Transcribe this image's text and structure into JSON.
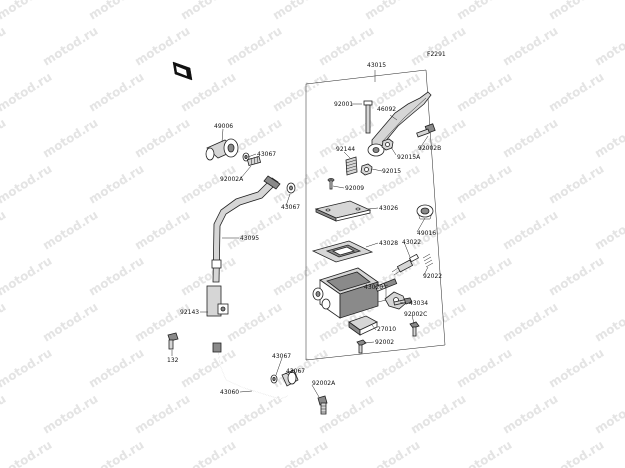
{
  "diagram": {
    "code": "F2291",
    "watermark": "motod.ru",
    "parts": [
      {
        "id": "p-43015",
        "label": "43015"
      },
      {
        "id": "p-92001",
        "label": "92001"
      },
      {
        "id": "p-46092",
        "label": "46092"
      },
      {
        "id": "p-92002B",
        "label": "92002B"
      },
      {
        "id": "p-92144",
        "label": "92144"
      },
      {
        "id": "p-92015A",
        "label": "92015A"
      },
      {
        "id": "p-92015",
        "label": "92015"
      },
      {
        "id": "p-92009",
        "label": "92009"
      },
      {
        "id": "p-43026",
        "label": "43026"
      },
      {
        "id": "p-43028",
        "label": "43028"
      },
      {
        "id": "p-49016",
        "label": "49016"
      },
      {
        "id": "p-43022",
        "label": "43022"
      },
      {
        "id": "p-92022",
        "label": "92022"
      },
      {
        "id": "p-43020",
        "label": "43020"
      },
      {
        "id": "p-43034",
        "label": "43034"
      },
      {
        "id": "p-92002C",
        "label": "92002C"
      },
      {
        "id": "p-27010",
        "label": "27010"
      },
      {
        "id": "p-92002",
        "label": "92002"
      },
      {
        "id": "p-49006",
        "label": "49006"
      },
      {
        "id": "p-43067a",
        "label": "43067"
      },
      {
        "id": "p-92002Aa",
        "label": "92002A"
      },
      {
        "id": "p-43067b",
        "label": "43067"
      },
      {
        "id": "p-43095",
        "label": "43095"
      },
      {
        "id": "p-92143",
        "label": "92143"
      },
      {
        "id": "p-132",
        "label": "132"
      },
      {
        "id": "p-43067c",
        "label": "43067"
      },
      {
        "id": "p-43067d",
        "label": "43067"
      },
      {
        "id": "p-92002Ab",
        "label": "92002A"
      },
      {
        "id": "p-43060",
        "label": "43060"
      }
    ]
  }
}
